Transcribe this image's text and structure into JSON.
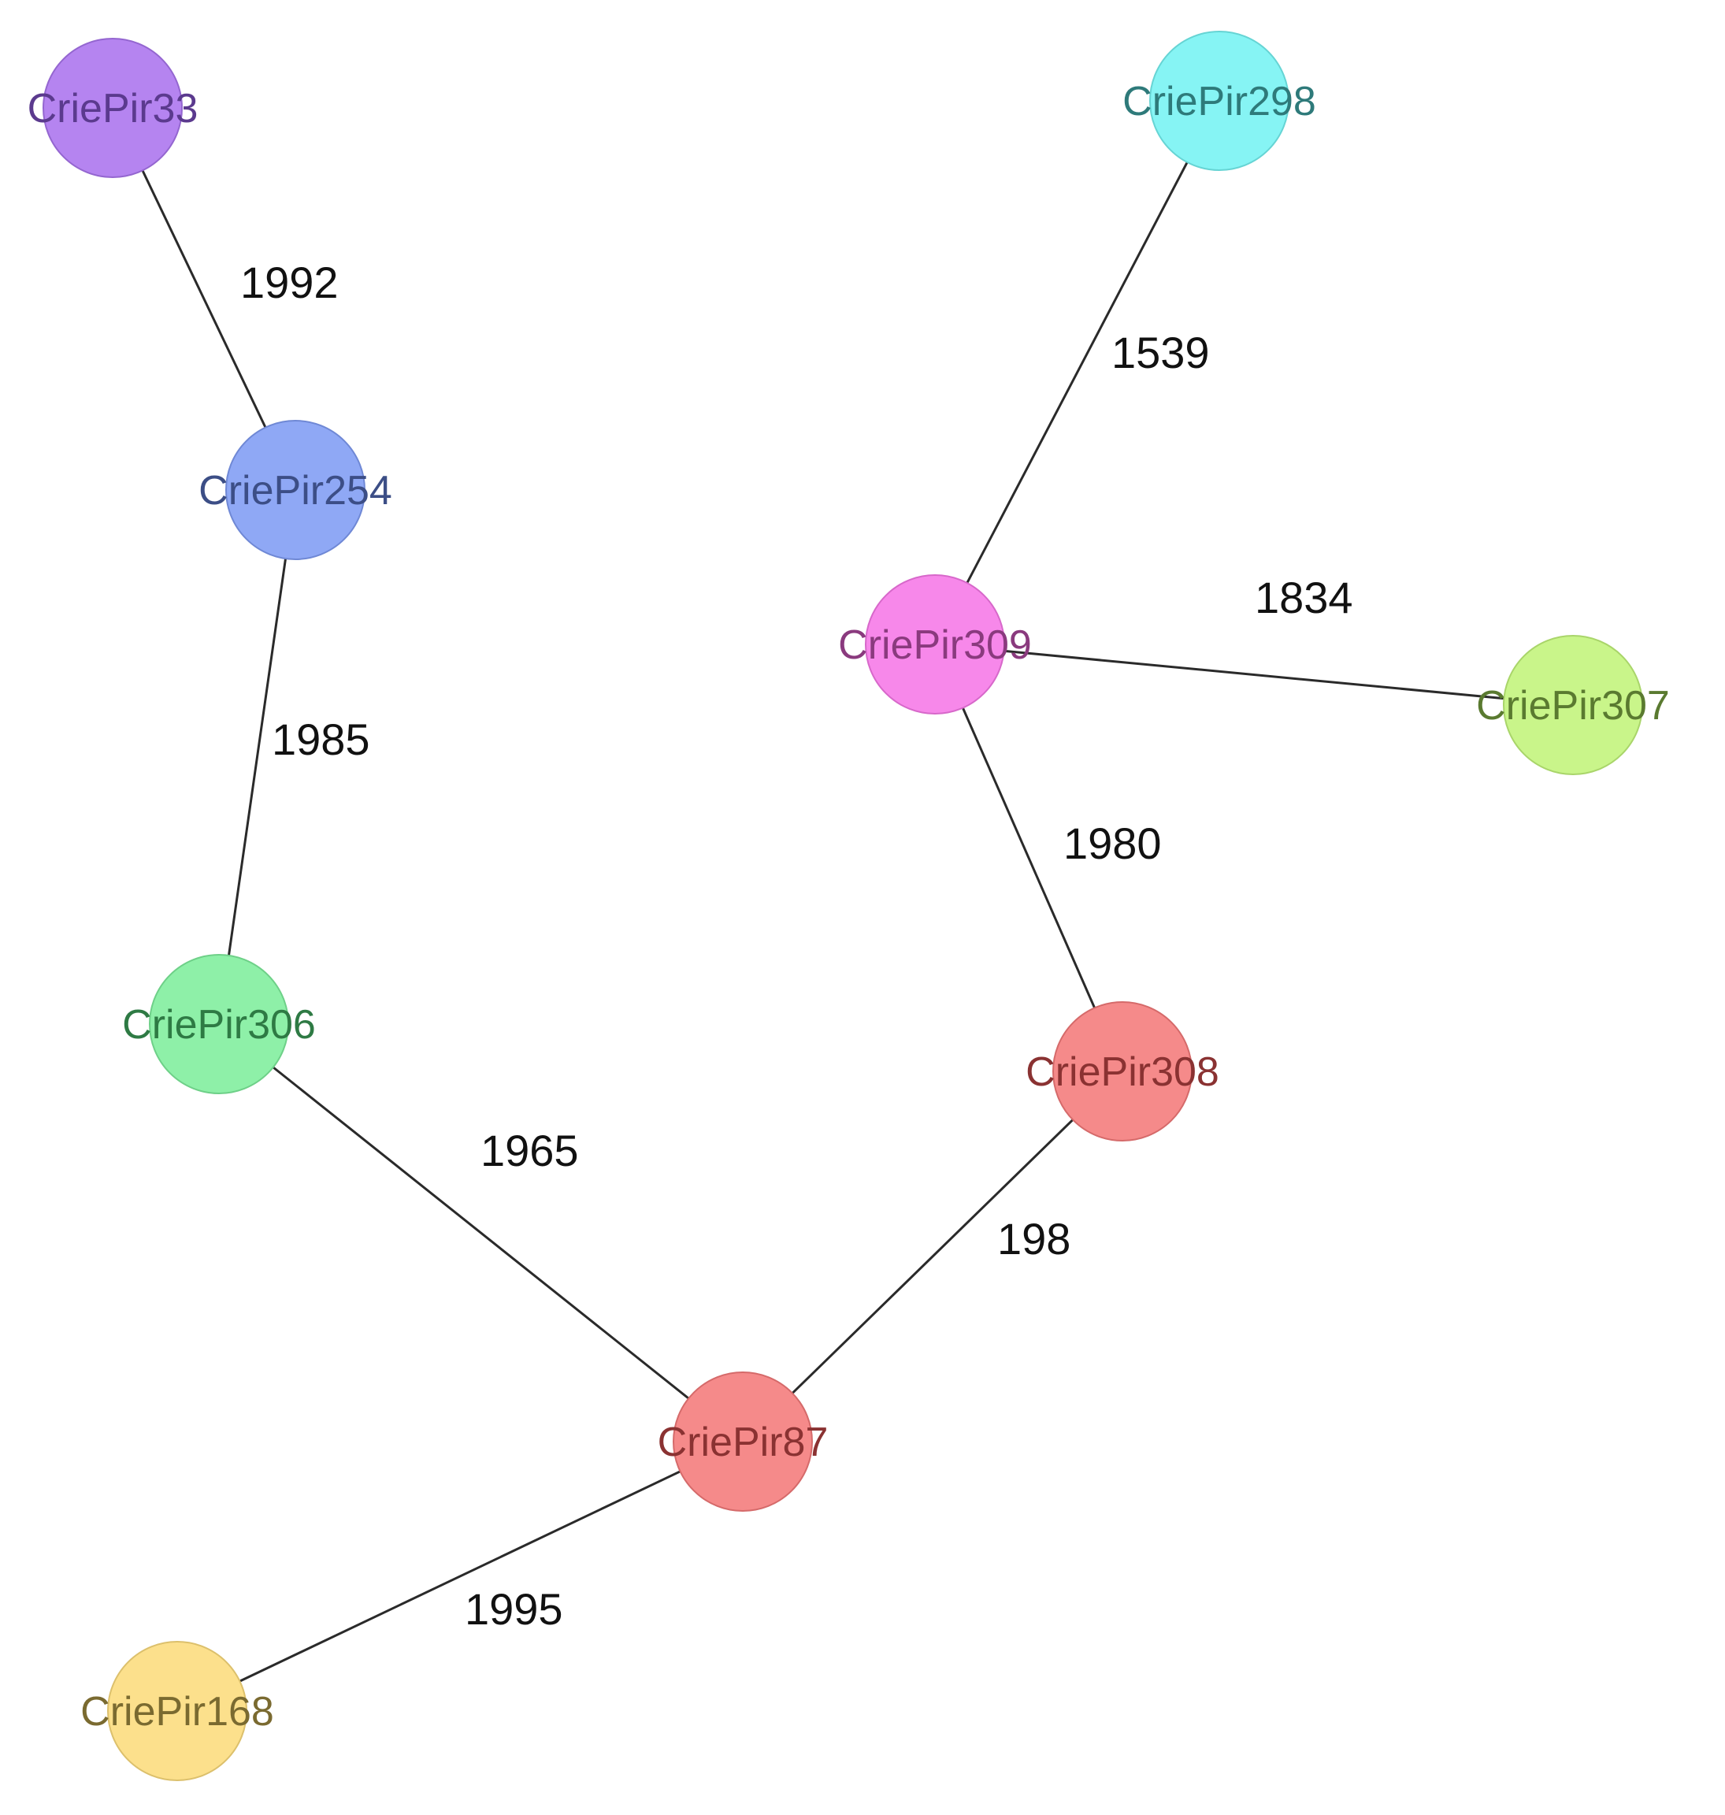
{
  "nodes": [
    {
      "id": "CriePir33",
      "label": "CriePir33",
      "fill": "#B584F0",
      "stroke": "#9466D0",
      "text": "#5B3A8E"
    },
    {
      "id": "CriePir254",
      "label": "CriePir254",
      "fill": "#8FA8F5",
      "stroke": "#6F88D5",
      "text": "#3C4E86"
    },
    {
      "id": "CriePir306",
      "label": "CriePir306",
      "fill": "#8EF0A8",
      "stroke": "#6ED088",
      "text": "#2E7A44"
    },
    {
      "id": "CriePir87",
      "label": "CriePir87",
      "fill": "#F58A8A",
      "stroke": "#D56A6A",
      "text": "#8A3232"
    },
    {
      "id": "CriePir168",
      "label": "CriePir168",
      "fill": "#FCE08C",
      "stroke": "#DCC06C",
      "text": "#7A6A30"
    },
    {
      "id": "CriePir298",
      "label": "CriePir298",
      "fill": "#86F4F4",
      "stroke": "#66D4D4",
      "text": "#2E7A7A"
    },
    {
      "id": "CriePir309",
      "label": "CriePir309",
      "fill": "#F788EA",
      "stroke": "#D768CA",
      "text": "#8A3A7E"
    },
    {
      "id": "CriePir307",
      "label": "CriePir307",
      "fill": "#C9F58A",
      "stroke": "#A9D56A",
      "text": "#5A7A30"
    },
    {
      "id": "CriePir308",
      "label": "CriePir308",
      "fill": "#F58A8A",
      "stroke": "#D56A6A",
      "text": "#8A3232"
    }
  ],
  "edges": [
    {
      "source": "CriePir33",
      "target": "CriePir254",
      "label": "1992"
    },
    {
      "source": "CriePir254",
      "target": "CriePir306",
      "label": "1985"
    },
    {
      "source": "CriePir306",
      "target": "CriePir87",
      "label": "1965"
    },
    {
      "source": "CriePir87",
      "target": "CriePir168",
      "label": "1995"
    },
    {
      "source": "CriePir87",
      "target": "CriePir308",
      "label": "198"
    },
    {
      "source": "CriePir308",
      "target": "CriePir309",
      "label": "1980"
    },
    {
      "source": "CriePir309",
      "target": "CriePir298",
      "label": "1539"
    },
    {
      "source": "CriePir309",
      "target": "CriePir307",
      "label": "1834"
    }
  ]
}
